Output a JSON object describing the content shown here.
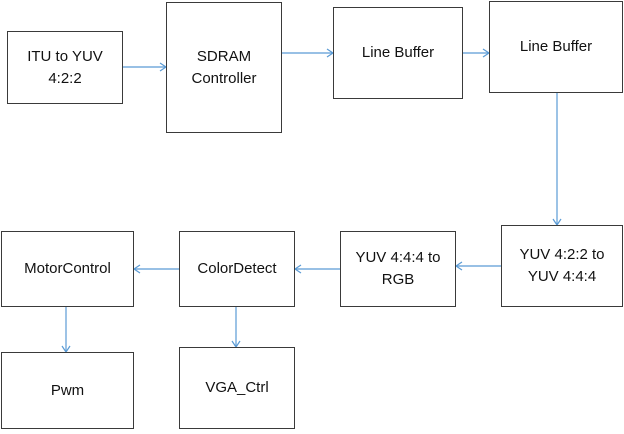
{
  "blocks": {
    "itu_to_yuv": "ITU to YUV\n4:2:2",
    "sdram_controller": "SDRAM\nController",
    "line_buffer_1": "Line Buffer",
    "line_buffer_2": "Line Buffer",
    "yuv422_to_yuv444": "YUV 4:2:2 to\nYUV 4:4:4",
    "yuv444_to_rgb": "YUV 4:4:4 to\nRGB",
    "color_detect": "ColorDetect",
    "motor_control": "MotorControl",
    "pwm": "Pwm",
    "vga_ctrl": "VGA_Ctrl"
  },
  "connections": [
    {
      "from": "itu_to_yuv",
      "to": "sdram_controller"
    },
    {
      "from": "sdram_controller",
      "to": "line_buffer_1"
    },
    {
      "from": "line_buffer_1",
      "to": "line_buffer_2"
    },
    {
      "from": "line_buffer_2",
      "to": "yuv422_to_yuv444"
    },
    {
      "from": "yuv422_to_yuv444",
      "to": "yuv444_to_rgb"
    },
    {
      "from": "yuv444_to_rgb",
      "to": "color_detect"
    },
    {
      "from": "color_detect",
      "to": "motor_control"
    },
    {
      "from": "motor_control",
      "to": "pwm"
    },
    {
      "from": "color_detect",
      "to": "vga_ctrl"
    }
  ],
  "colors": {
    "box_border": "#3a3a3a",
    "arrow": "#5b9bd5"
  }
}
